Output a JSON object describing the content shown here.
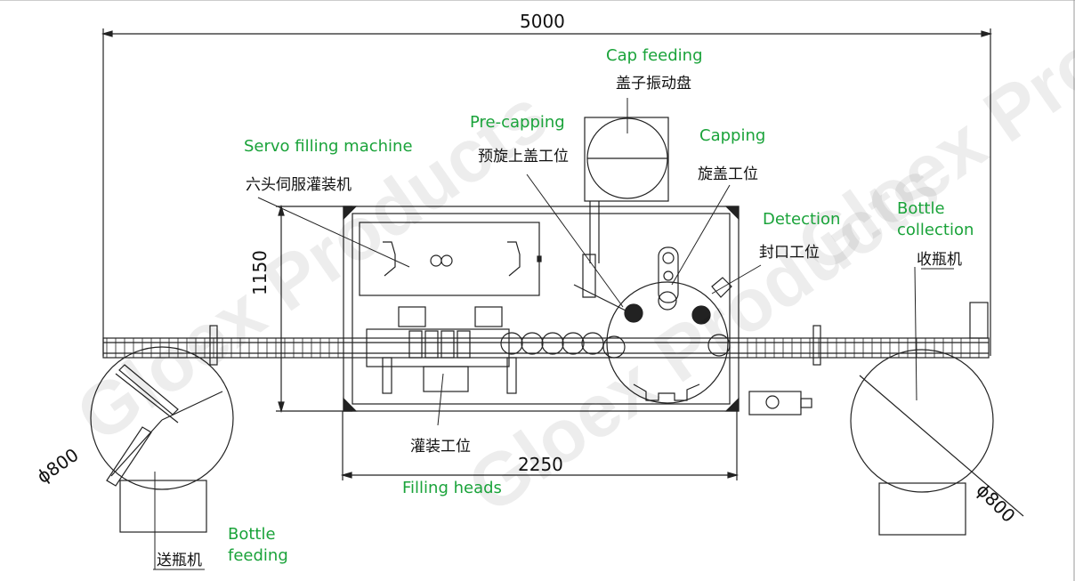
{
  "dimensions": {
    "overall_width": "5000",
    "frame_width": "2250",
    "frame_height": "1150",
    "left_table_diameter": "ϕ800",
    "right_table_diameter": "ϕ800"
  },
  "labels": {
    "cap_feeding_en": "Cap feeding",
    "cap_feeding_cn": "盖子振动盘",
    "pre_capping_en": "Pre-capping",
    "pre_capping_cn": "预旋上盖工位",
    "capping_en": "Capping",
    "capping_cn": "旋盖工位",
    "detection_en": "Detection",
    "detection_cn": "封口工位",
    "servo_filling_en": "Servo filling machine",
    "servo_filling_cn": "六头伺服灌装机",
    "bottle_collection_en_1": "Bottle",
    "bottle_collection_en_2": "collection",
    "bottle_collection_cn": "收瓶机",
    "filling_heads_en": "Filling heads",
    "filling_heads_cn": "灌装工位",
    "bottle_feeding_en_1": "Bottle",
    "bottle_feeding_en_2": "feeding",
    "bottle_feeding_cn": "送瓶机"
  },
  "watermark": "Gloex Products",
  "colors": {
    "line": "#222222",
    "label_green": "#1aa33a"
  }
}
